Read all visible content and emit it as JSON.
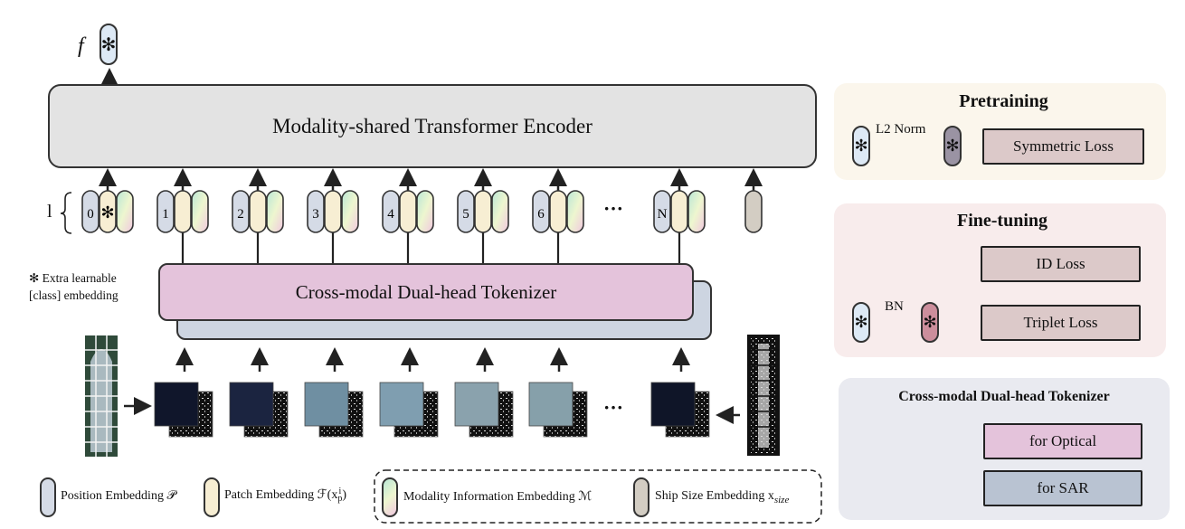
{
  "main": {
    "output_label": "f",
    "encoder_label": "Modality-shared Transformer Encoder",
    "tokenizer_label": "Cross-modal Dual-head Tokenizer",
    "extra_note": "✻ Extra learnable [class] embedding",
    "layer_label": "l",
    "token_indices": [
      "0",
      "1",
      "2",
      "3",
      "4",
      "5",
      "6",
      "N"
    ],
    "ellipsis": "···",
    "class_symbol": "✻"
  },
  "pretraining": {
    "title": "Pretraining",
    "norm_label": "L2 Norm",
    "loss_label": "Symmetric Loss"
  },
  "finetuning": {
    "title": "Fine-tuning",
    "bn_label": "BN",
    "id_loss_label": "ID Loss",
    "triplet_loss_label": "Triplet Loss"
  },
  "tokenizer_panel": {
    "title": "Cross-modal Dual-head Tokenizer",
    "optical_label": "for Optical",
    "sar_label": "for SAR"
  },
  "legend": {
    "position": "Position Embedding 𝒫",
    "patch": "Patch Embedding ℱ(x",
    "patch_sup": "i",
    "patch_sub": "p",
    "patch_end": ")",
    "modality": "Modality Information Embedding ℳ",
    "size": "Ship Size Embedding x",
    "size_sub": "size"
  },
  "colors": {
    "position": "#d5dbe6",
    "patch": "#f7eed3",
    "ship_size": "#d3cdc3",
    "encoder": "#e3e3e3",
    "tokenizer": "#e4c3db",
    "loss_box": "#dcc9c9",
    "sar_head": "#b9c3d2",
    "pretraining_bg": "#fbf6ec",
    "finetuning_bg": "#f8ecec",
    "tokenizer_panel_bg": "#e9eaf0"
  }
}
